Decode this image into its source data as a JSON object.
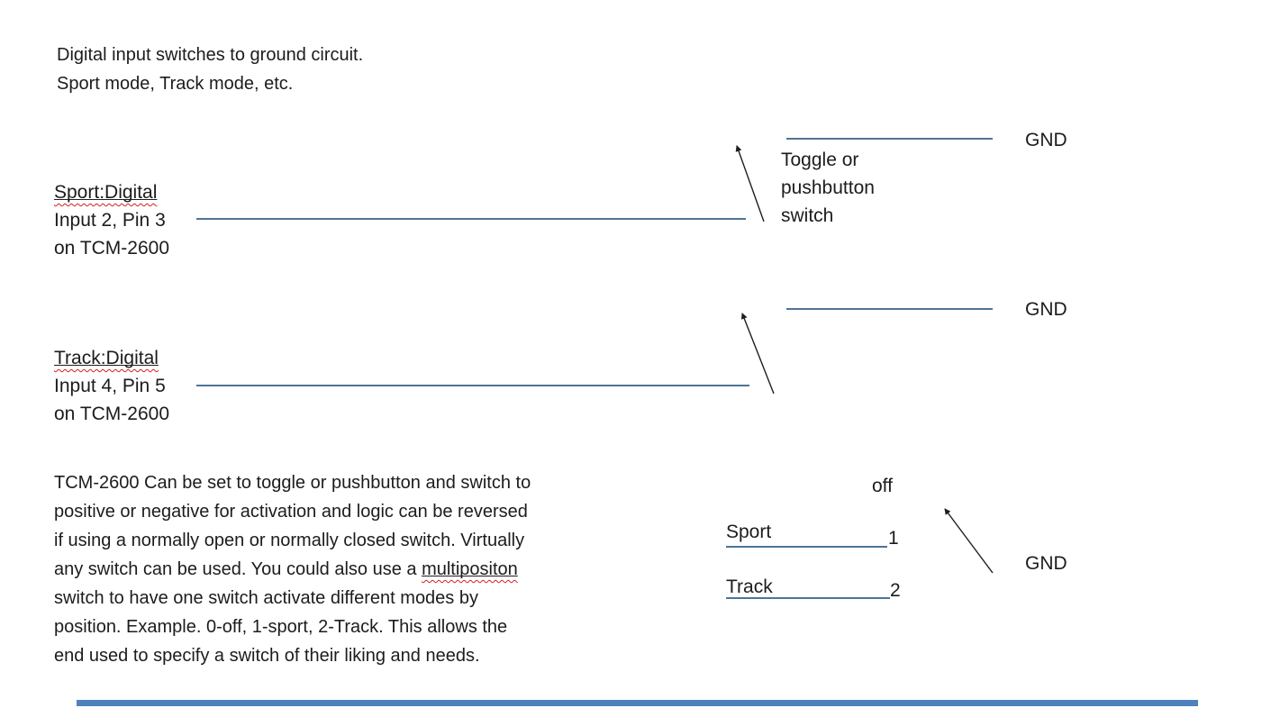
{
  "slide": {
    "title": {
      "line1": "Digital input switches to ground circuit.",
      "line2": "Sport mode, Track mode, etc."
    },
    "sport_input": {
      "heading": "Sport:Digital",
      "line2": "Input 2, Pin 3",
      "line3": "on TCM-2600"
    },
    "track_input": {
      "heading": "Track:Digital",
      "line2": "Input 4, Pin 5",
      "line3": "on TCM-2600"
    },
    "toggle_note": {
      "line1": "Toggle or",
      "line2": "pushbutton",
      "line3": "switch"
    },
    "gnd_labels": {
      "switch1": "GND",
      "switch2": "GND",
      "multiposition": "GND"
    },
    "paragraph": {
      "lines": [
        "TCM-2600 Can be set to toggle or pushbutton and switch to",
        "positive or negative for activation and logic can be reversed",
        "if using a normally open or normally closed switch. Virtually",
        {
          "before": "any switch can be used. You could also use a ",
          "underlined_word": "multipositon"
        },
        "switch to have one switch activate different modes by",
        "position. Example. 0-off, 1-sport, 2-Track. This allows the",
        "end used to specify a switch of their liking and needs."
      ]
    },
    "multiposition_switch": {
      "off_label": "off",
      "sport_label": "Sport",
      "sport_position": "1",
      "track_label": "Track",
      "track_position": "2"
    },
    "colors": {
      "wire": "#4f7398",
      "arrow": "#1f1f1f",
      "text": "#1c1c1c",
      "squiggle": "#d21f1f",
      "bottom_bar": "#4f81bd"
    }
  }
}
